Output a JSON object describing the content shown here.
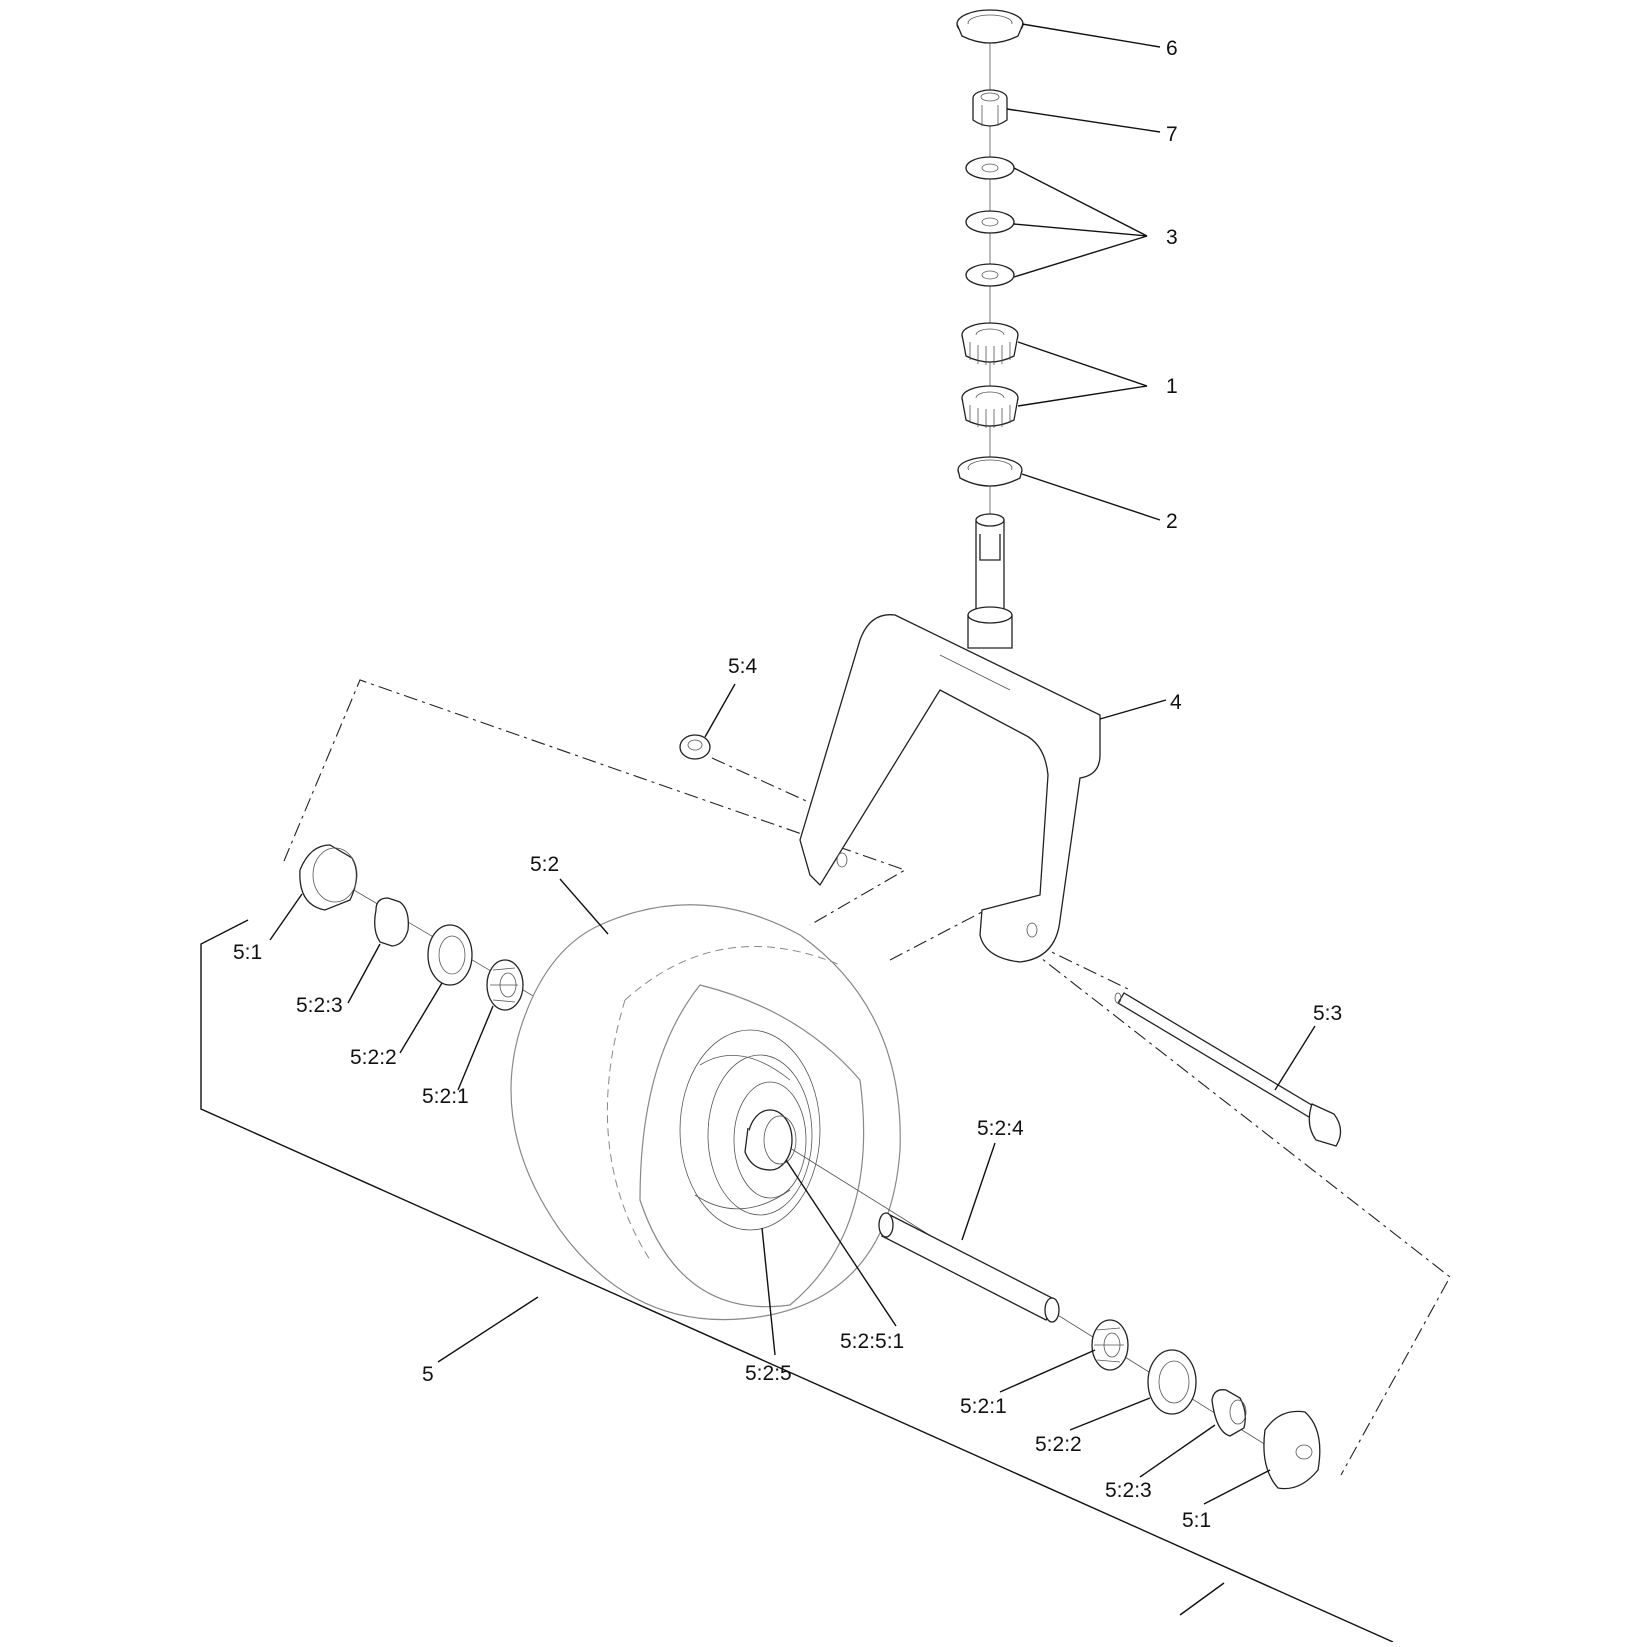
{
  "callouts": {
    "c6": "6",
    "c7": "7",
    "c3": "3",
    "c1": "1",
    "c2": "2",
    "c4": "4",
    "c5_4": "5:4",
    "c5_2": "5:2",
    "c5_1_left": "5:1",
    "c5_2_3_left": "5:2:3",
    "c5_2_2_left": "5:2:2",
    "c5_2_1_left": "5:2:1",
    "c5_3": "5:3",
    "c5_2_4": "5:2:4",
    "c5_2_5_1": "5:2:5:1",
    "c5_2_5": "5:2:5",
    "c5": "5",
    "c5_2_1_right": "5:2:1",
    "c5_2_2_right": "5:2:2",
    "c5_2_3_right": "5:2:3",
    "c5_1_right": "5:1"
  }
}
